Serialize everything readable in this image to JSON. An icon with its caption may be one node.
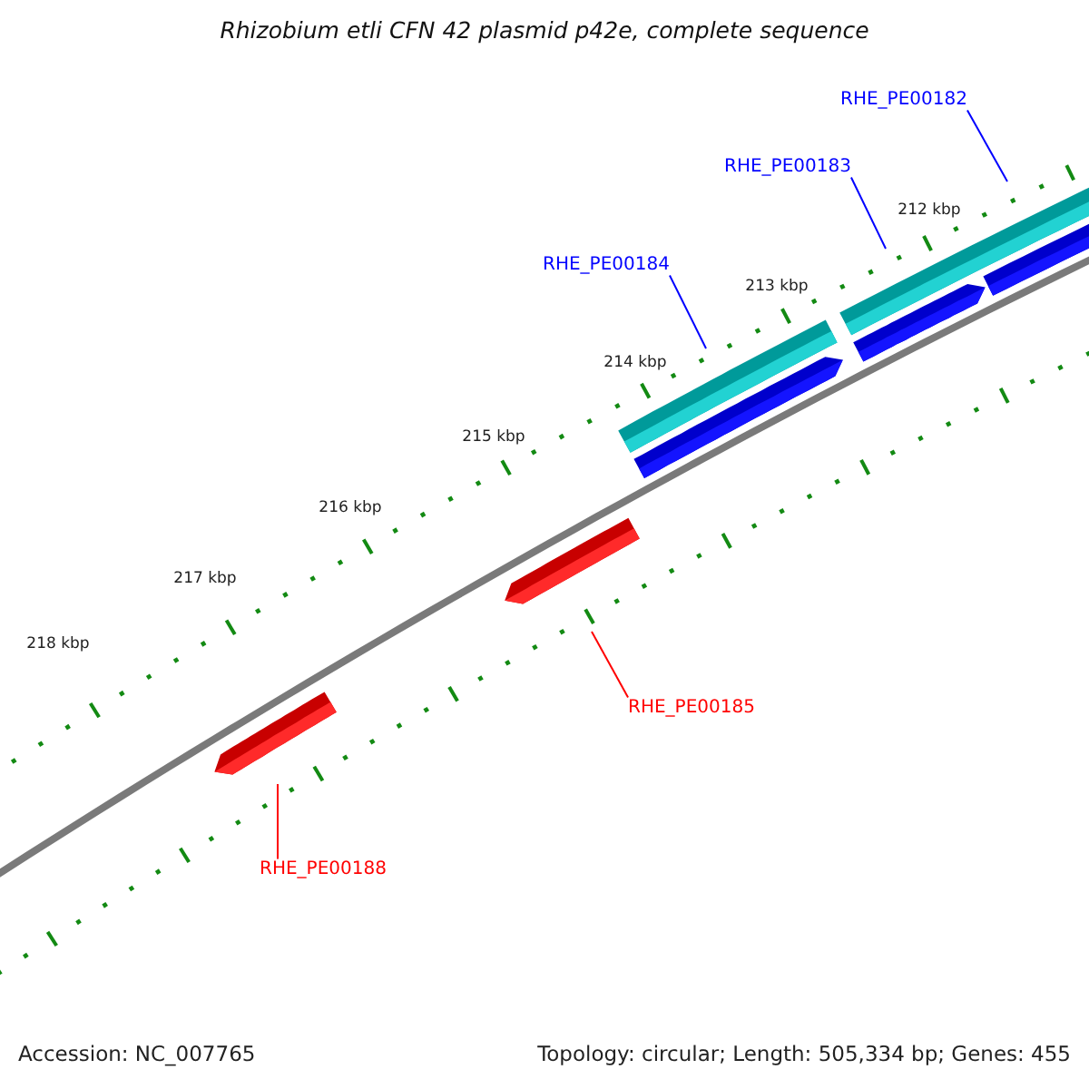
{
  "diagram": {
    "title": "Rhizobium etli CFN 42 plasmid p42e, complete sequence",
    "nodes": [
      {
        "text": [
          "RHE_PE00182"
        ]
      },
      {
        "text": [
          "RHE_PE00183"
        ]
      },
      {
        "text": [
          "RHE_PE00184"
        ]
      },
      {
        "text": [
          "RHE_PE00185"
        ]
      },
      {
        "text": [
          "RHE_PE00188"
        ]
      }
    ],
    "edges": [
      {
        "from": 0,
        "to": null,
        "arrow": "none"
      },
      {
        "from": 1,
        "to": null,
        "arrow": "none"
      },
      {
        "from": 2,
        "to": null,
        "arrow": "none"
      },
      {
        "from": 3,
        "to": null,
        "arrow": "none",
        "color": "#ff0000"
      },
      {
        "from": 4,
        "to": null,
        "arrow": "none",
        "color": "#ff0000"
      }
    ],
    "labels": [
      "212 kbp",
      "213 kbp",
      "214 kbp",
      "215 kbp",
      "216 kbp",
      "217 kbp",
      "218 kbp",
      "Accession: NC_007765",
      "Topology: circular; Length: 505,334 bp; Genes: 455"
    ]
  }
}
